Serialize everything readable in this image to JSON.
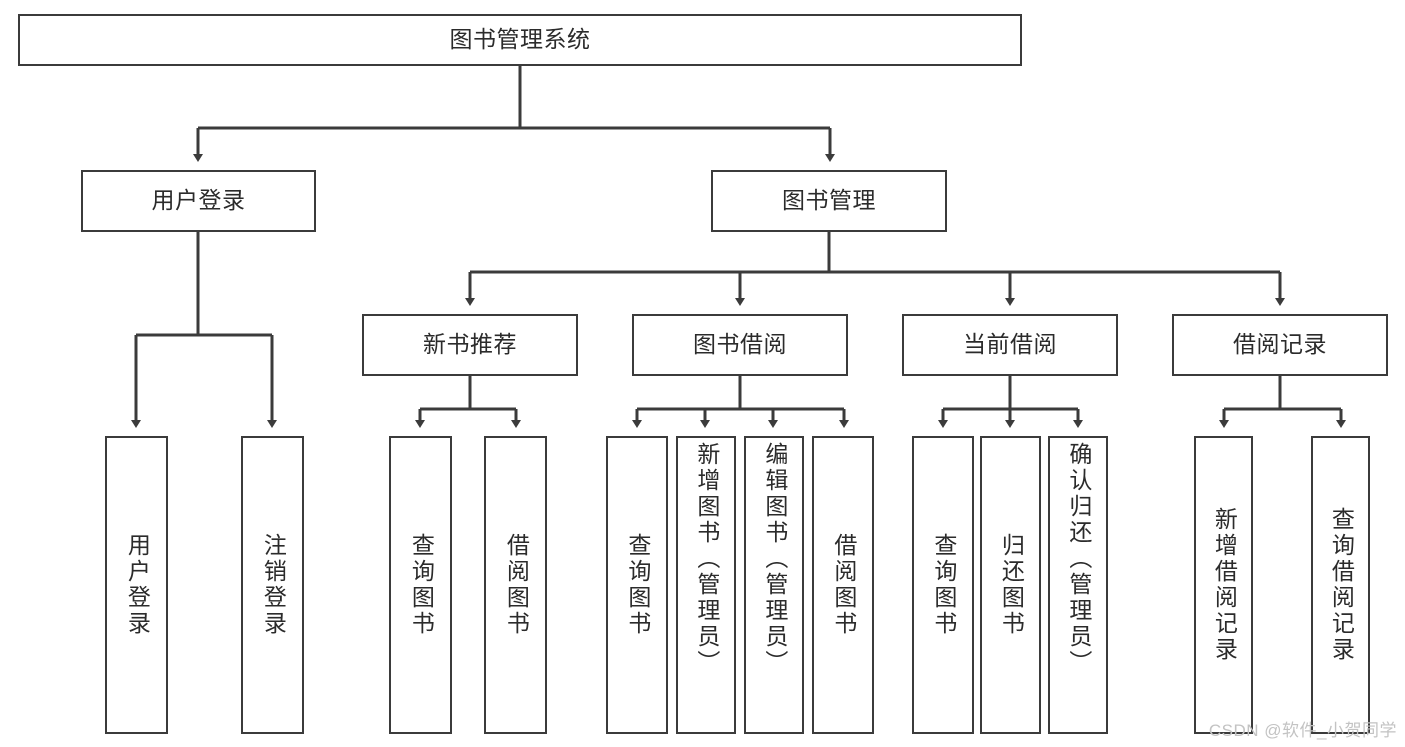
{
  "diagram": {
    "title": "图书管理系统",
    "type": "tree",
    "orientation": "top-down",
    "colors": {
      "box_border": "#3b3b3b",
      "box_fill": "#ffffff",
      "edge": "#3b3b3b",
      "text": "#2b2b2b",
      "watermark": "#c3c3c3",
      "background": "#ffffff"
    }
  },
  "root": {
    "label": "图书管理系统"
  },
  "level1": [
    {
      "label": "用户登录"
    },
    {
      "label": "图书管理"
    }
  ],
  "level2": [
    {
      "label": "新书推荐"
    },
    {
      "label": "图书借阅"
    },
    {
      "label": "当前借阅"
    },
    {
      "label": "借阅记录"
    }
  ],
  "leaves": {
    "user_login": [
      {
        "label": "用户登录"
      },
      {
        "label": "注销登录"
      }
    ],
    "new_book_recommend": [
      {
        "label": "查询图书"
      },
      {
        "label": "借阅图书"
      }
    ],
    "book_borrow": [
      {
        "label": "查询图书"
      },
      {
        "label": "新增图书（管理员）"
      },
      {
        "label": "编辑图书（管理员）"
      },
      {
        "label": "借阅图书"
      }
    ],
    "current_borrow": [
      {
        "label": "查询图书"
      },
      {
        "label": "归还图书"
      },
      {
        "label": "确认归还（管理员）"
      }
    ],
    "borrow_record": [
      {
        "label": "新增借阅记录"
      },
      {
        "label": "查询借阅记录"
      }
    ]
  },
  "watermark": {
    "text": "CSDN @软件_小贺同学"
  }
}
